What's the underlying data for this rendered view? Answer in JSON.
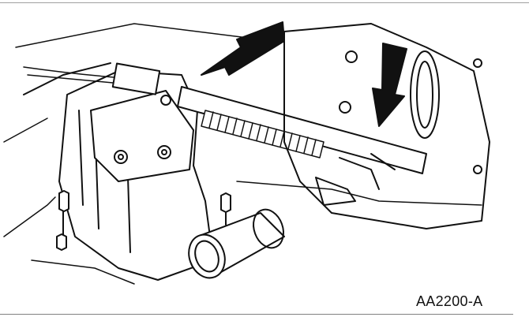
{
  "figure": {
    "label": "AA2200-A",
    "subject": "throttle body with accelerator/speed control cable bracket, engine line drawing",
    "arrows": [
      {
        "name": "arrow-cable-connector",
        "direction": "down-left"
      },
      {
        "name": "arrow-cable-bracket",
        "direction": "down"
      }
    ]
  },
  "colors": {
    "line": "#111111",
    "background": "#ffffff",
    "rule": "#909090"
  }
}
